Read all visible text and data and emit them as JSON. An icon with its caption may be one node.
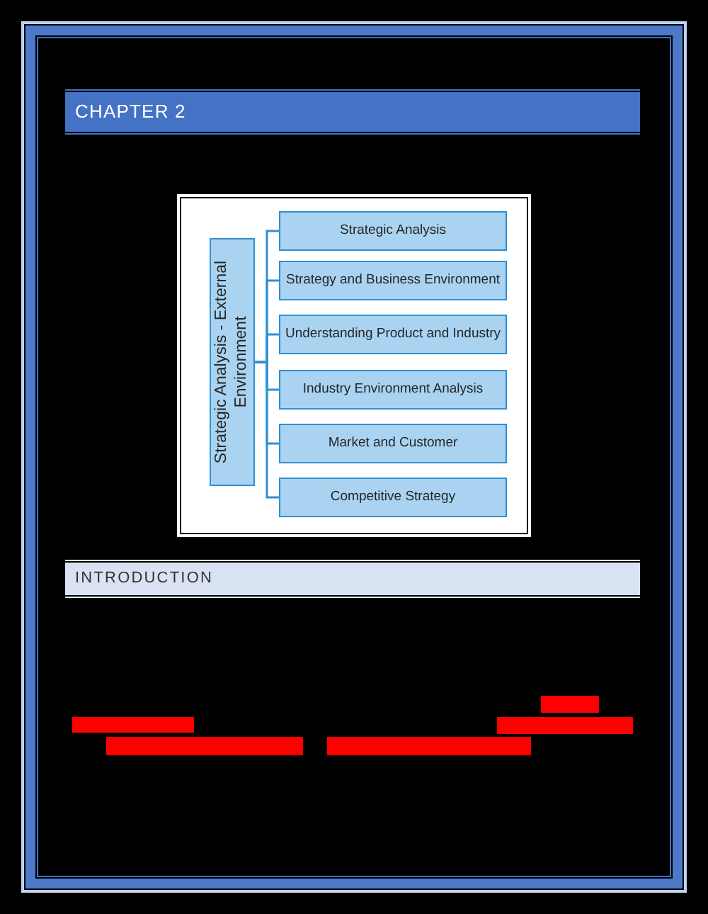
{
  "diagram": {
    "title": "CHAPTER 2",
    "nodes": [
      {
        "text": [
          "Strategic Analysis - External Environment"
        ]
      },
      {
        "text": [
          "Strategic Analysis"
        ]
      },
      {
        "text": [
          "Strategy and Business Environment"
        ]
      },
      {
        "text": [
          "Understanding Product and Industry"
        ]
      },
      {
        "text": [
          "Industry Environment Analysis"
        ]
      },
      {
        "text": [
          "Market and Customer"
        ]
      },
      {
        "text": [
          "Competitive Strategy"
        ]
      }
    ],
    "edges": [
      {
        "from": 0,
        "to": 1,
        "arrow": "none"
      },
      {
        "from": 0,
        "to": 2,
        "arrow": "none"
      },
      {
        "from": 0,
        "to": 3,
        "arrow": "none"
      },
      {
        "from": 0,
        "to": 4,
        "arrow": "none"
      },
      {
        "from": 0,
        "to": 5,
        "arrow": "none"
      },
      {
        "from": 0,
        "to": 6,
        "arrow": "none"
      }
    ],
    "labels": [
      "INTRODUCTION"
    ]
  }
}
